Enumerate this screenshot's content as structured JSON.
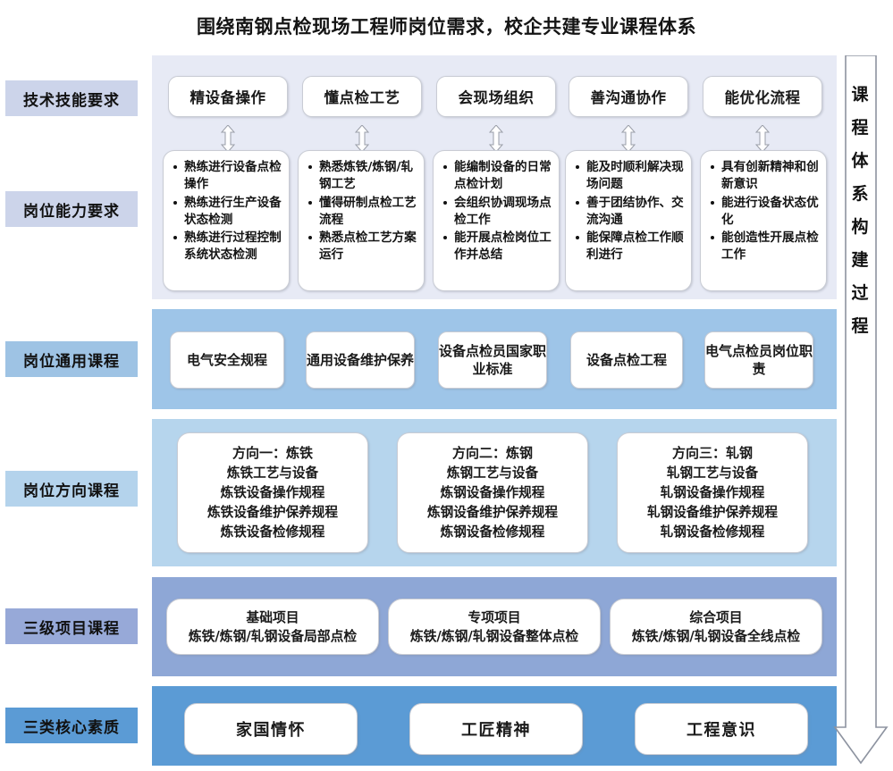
{
  "title": "围绕南钢点检现场工程师岗位需求，校企共建专业课程体系",
  "right_arrow": {
    "label": "课程体系构建过程",
    "chars": [
      "课",
      "程",
      "体",
      "系",
      "构",
      "建",
      "过",
      "程"
    ]
  },
  "row_labels": [
    {
      "key": "tech-skill",
      "text": "技术技能要求",
      "color": "#ccd4ea"
    },
    {
      "key": "job-ability",
      "text": "岗位能力要求",
      "color": "#ccd4ea"
    },
    {
      "key": "general-course",
      "text": "岗位通用课程",
      "color": "#9ec3e4"
    },
    {
      "key": "direction-course",
      "text": "岗位方向课程",
      "color": "#b4d3ec"
    },
    {
      "key": "project-course",
      "text": "三级项目课程",
      "color": "#97a9d8"
    },
    {
      "key": "core-quality",
      "text": "三类核心素质",
      "color": "#5b9bd5"
    }
  ],
  "capabilities": [
    {
      "text": "精设备操作"
    },
    {
      "text": "懂点检工艺"
    },
    {
      "text": "会现场组织"
    },
    {
      "text": "善沟通协作"
    },
    {
      "text": "能优化流程"
    }
  ],
  "abilities": [
    {
      "items": [
        "熟练进行设备点检操作",
        "熟练进行生产设备状态检测",
        "熟练进行过程控制系统状态检测"
      ]
    },
    {
      "items": [
        "熟悉炼铁/炼钢/轧钢工艺",
        "懂得研制点检工艺流程",
        "熟悉点检工艺方案运行"
      ]
    },
    {
      "items": [
        "能编制设备的日常点检计划",
        "会组织协调现场点检工作",
        "能开展点检岗位工作并总结"
      ]
    },
    {
      "items": [
        "能及时顺利解决现场问题",
        "善于团结协作、交流沟通",
        "能保障点检工作顺利进行"
      ]
    },
    {
      "items": [
        "具有创新精神和创新意识",
        "能进行设备状态优化",
        "能创造性开展点检工作"
      ]
    }
  ],
  "general_courses": [
    {
      "text": "电气安全规程"
    },
    {
      "text": "通用设备维护保养"
    },
    {
      "text": "设备点检员国家职业标准"
    },
    {
      "text": "设备点检工程"
    },
    {
      "text": "电气点检员岗位职责"
    }
  ],
  "direction_courses": [
    {
      "heading": "方向一：炼铁",
      "items": [
        "炼铁工艺与设备",
        "炼铁设备操作规程",
        "炼铁设备维护保养规程",
        "炼铁设备检修规程"
      ]
    },
    {
      "heading": "方向二：炼钢",
      "items": [
        "炼钢工艺与设备",
        "炼钢设备操作规程",
        "炼钢设备维护保养规程",
        "炼钢设备检修规程"
      ]
    },
    {
      "heading": "方向三：轧钢",
      "items": [
        "轧钢工艺与设备",
        "轧钢设备操作规程",
        "轧钢设备维护保养规程",
        "轧钢设备检修规程"
      ]
    }
  ],
  "project_courses": [
    {
      "heading": "基础项目",
      "detail": "炼铁/炼钢/轧钢设备局部点检"
    },
    {
      "heading": "专项项目",
      "detail": "炼铁/炼钢/轧钢设备整体点检"
    },
    {
      "heading": "综合项目",
      "detail": "炼铁/炼钢/轧钢设备全线点检"
    }
  ],
  "core_qualities": [
    {
      "text": "家国情怀"
    },
    {
      "text": "工匠精神"
    },
    {
      "text": "工程意识"
    }
  ],
  "colors": {
    "panel_ability": "#e7eaf5",
    "panel_general": "#9ec5e8",
    "panel_direction": "#b6d5ed",
    "panel_project": "#8ea7d6",
    "panel_core": "#5b9bd5",
    "card": "#ffffff",
    "card_border": "#c9ccd4"
  }
}
